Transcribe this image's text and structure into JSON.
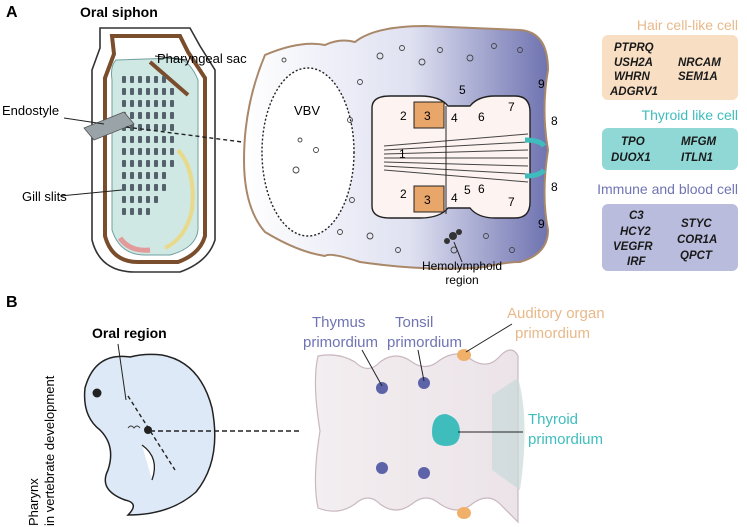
{
  "panel_a": {
    "letter": "A",
    "oral_siphon": "Oral siphon",
    "pharyngeal_sac": "Pharyngeal sac",
    "endostyle": "Endostyle",
    "gill_slits": "Gill slits",
    "vbv": "VBV",
    "hemolymphoid": [
      "Hemolymphoid",
      "region"
    ],
    "zones": [
      "1",
      "2",
      "3",
      "4",
      "5",
      "6",
      "7",
      "8",
      "9",
      "2",
      "3",
      "4",
      "5",
      "6",
      "7",
      "8",
      "9"
    ]
  },
  "legend": {
    "hair": {
      "title": "Hair cell-like cell",
      "color": "#e8b98a",
      "box": "#f8dfc4",
      "genes": [
        "PTPRQ",
        "USH2A",
        "NRCAM",
        "WHRN",
        "SEM1A",
        "ADGRV1"
      ]
    },
    "thyroid": {
      "title": "Thyroid like cell",
      "color": "#3fbdbd",
      "box": "#8fd8d6",
      "genes": [
        "TPO",
        "MFGM",
        "DUOX1",
        "ITLN1"
      ]
    },
    "immune": {
      "title": "Immune and blood cell",
      "color": "#6f74b3",
      "box": "#b9bcdc",
      "genes": [
        "C3",
        "HCY2",
        "STYC",
        "VEGFR",
        "COR1A",
        "IRF",
        "QPCT"
      ]
    }
  },
  "panel_b": {
    "letter": "B",
    "oral_region": "Oral region",
    "pharynx": [
      "Pharynx",
      "in vertebrate development"
    ],
    "thymus": [
      "Thymus",
      "primordium"
    ],
    "tonsil": [
      "Tonsil",
      "primordium"
    ],
    "auditory": [
      "Auditory organ",
      "primordium"
    ],
    "thyroid": [
      "Thyroid",
      "primordium"
    ]
  }
}
